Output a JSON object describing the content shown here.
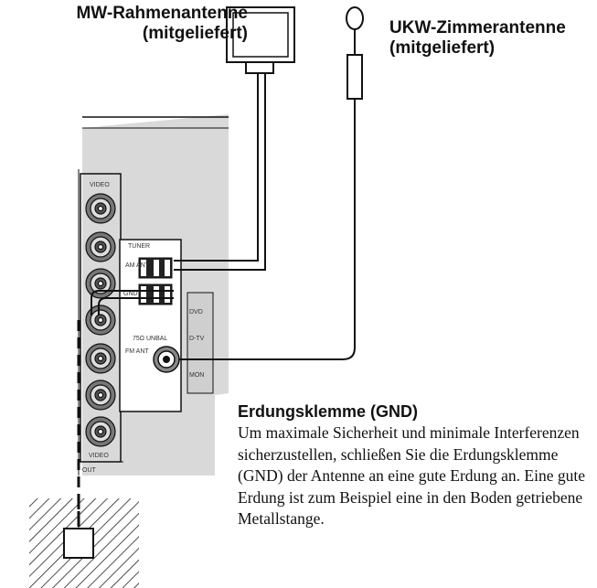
{
  "labels": {
    "mw_line1": "MW-Rahmenantenne",
    "mw_line2": "(mitgeliefert)",
    "ukw_line1": "UKW-Zimmerantenne",
    "ukw_line2": "(mitgeliefert)"
  },
  "gnd": {
    "title": "Erdungsklemme (GND)",
    "text": "Um maximale Sicherheit und minimale Interferenzen sicherzustellen, schließen Sie die Erdungsklemme (GND) der Antenne an eine gute Erdung an. Eine gute Erdung ist zum Beispiel eine in den Boden getriebene Metallstange."
  },
  "panel": {
    "tuner": "TUNER",
    "am_ant": "AM ANT",
    "gnd": "GND",
    "unbal": "75Ω UNBAL",
    "fm_ant": "FM ANT",
    "video_top": "VIDEO",
    "video_bottom": "VIDEO",
    "out": "OUT",
    "dvd": "DVD",
    "dtv": "D-TV",
    "mon": "MON"
  },
  "colors": {
    "panel": "#d9d9d9",
    "line": "#111111"
  }
}
